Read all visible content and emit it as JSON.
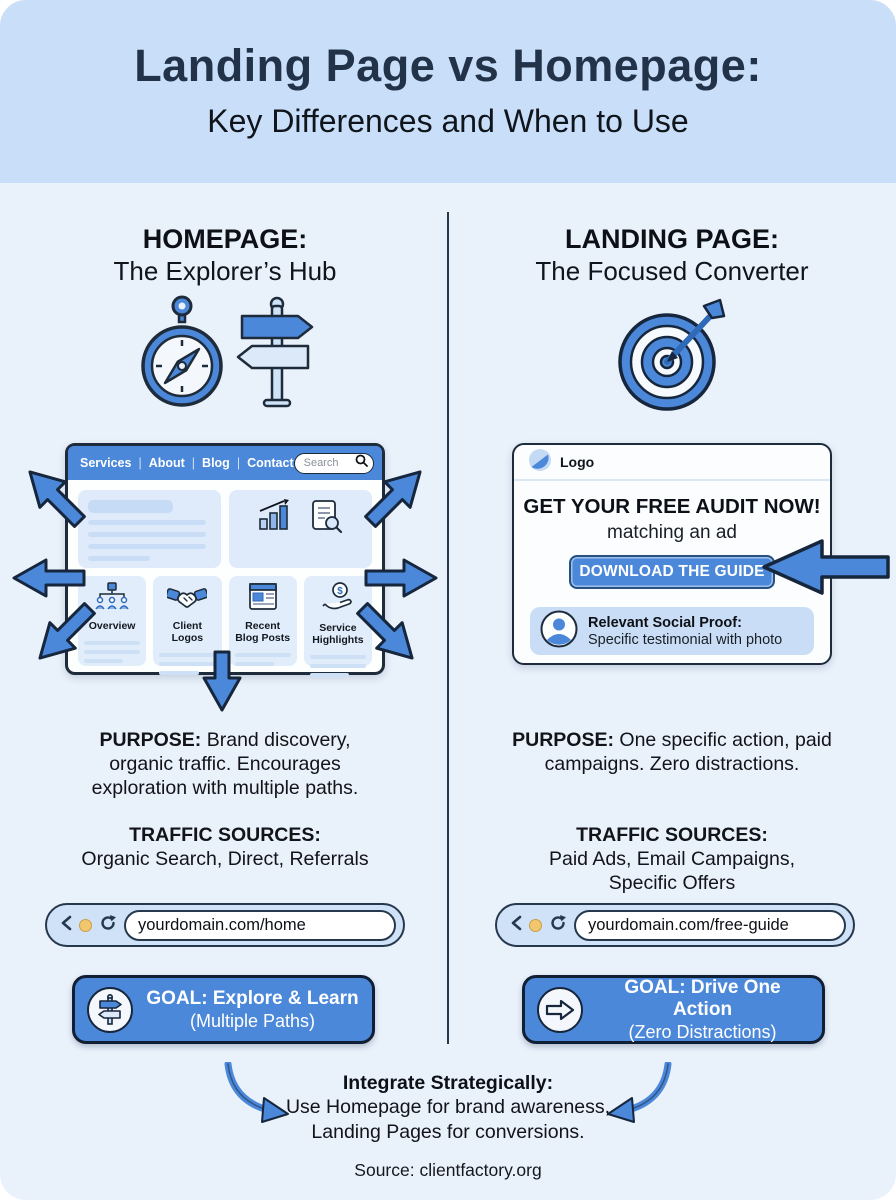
{
  "header": {
    "title": "Landing Page vs Homepage:",
    "subtitle": "Key Differences and When to Use"
  },
  "homepage": {
    "heading": "HOMEPAGE:",
    "subheading": "The Explorer’s Hub",
    "browser": {
      "nav_items": [
        "Services",
        "About",
        "Blog",
        "Contact"
      ],
      "search_placeholder": "Search",
      "cards": [
        {
          "label": "Overview",
          "icon": "sitemap-icon"
        },
        {
          "label": "Client Logos",
          "icon": "handshake-icon"
        },
        {
          "label": "Recent Blog Posts",
          "icon": "blog-page-icon"
        },
        {
          "label": "Service Highlights",
          "icon": "hand-dollar-icon"
        }
      ]
    },
    "purpose_label": "PURPOSE:",
    "purpose_text": "Brand discovery, organic traffic. Encourages exploration with multiple paths.",
    "traffic_label": "TRAFFIC SOURCES:",
    "traffic_text": "Organic Search, Direct, Referrals",
    "url": "yourdomain.com/home",
    "goal_title": "GOAL: Explore & Learn",
    "goal_subtitle": "(Multiple Paths)"
  },
  "landing": {
    "heading": "LANDING PAGE:",
    "subheading": "The Focused Converter",
    "card": {
      "logo_label": "Logo",
      "headline": "GET YOUR FREE AUDIT NOW!",
      "subline": "matching an ad",
      "cta_label": "DOWNLOAD THE GUIDE",
      "social_proof_title": "Relevant Social Proof:",
      "social_proof_text": "Specific testimonial with photo"
    },
    "purpose_label": "PURPOSE:",
    "purpose_text": "One specific action, paid campaigns. Zero distractions.",
    "traffic_label": "TRAFFIC SOURCES:",
    "traffic_text": "Paid Ads, Email Campaigns, Specific Offers",
    "url": "yourdomain.com/free-guide",
    "goal_title": "GOAL: Drive One Action",
    "goal_subtitle": "(Zero Distractions)"
  },
  "footer": {
    "integrate_title": "Integrate Strategically:",
    "integrate_line1": "Use Homepage for brand awareness,",
    "integrate_line2": "Landing Pages for conversions.",
    "source": "Source: clientfactory.org"
  },
  "colors": {
    "accent_blue": "#4c88da",
    "header_bg": "#c9def8",
    "body_bg": "#e9f1fb",
    "dark_navy": "#1d2b3a",
    "light_block": "#dfebfa"
  }
}
